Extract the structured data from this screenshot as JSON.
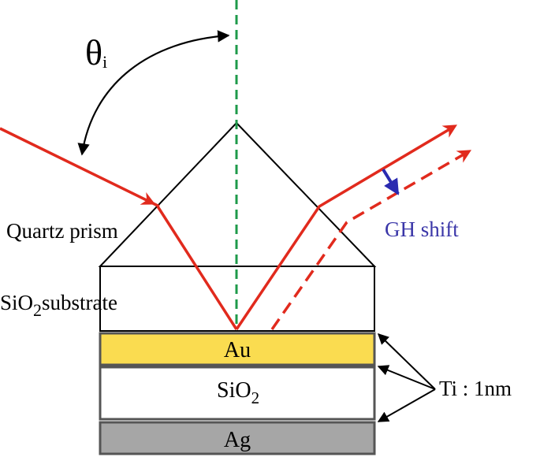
{
  "angle_label": {
    "symbol": "θ",
    "subscript": "i"
  },
  "labels": {
    "prism": "Quartz prism",
    "substrate_main": "SiO",
    "substrate_sub": "2",
    "substrate_rest": "substrate",
    "gh_shift": "GH shift",
    "gold": "Au",
    "spacer_main": "SiO",
    "spacer_sub": "2",
    "silver": "Ag",
    "ti": "Ti : 1nm"
  },
  "colors": {
    "beam": "#e12a1d",
    "normal": "#1e9a4a",
    "gold": "#fadc50",
    "silver": "#a6a6a6",
    "gh_arrow": "#2a2ab0",
    "gh_text": "#3a36a8",
    "outline": "#000000",
    "layer_border": "#555555"
  }
}
